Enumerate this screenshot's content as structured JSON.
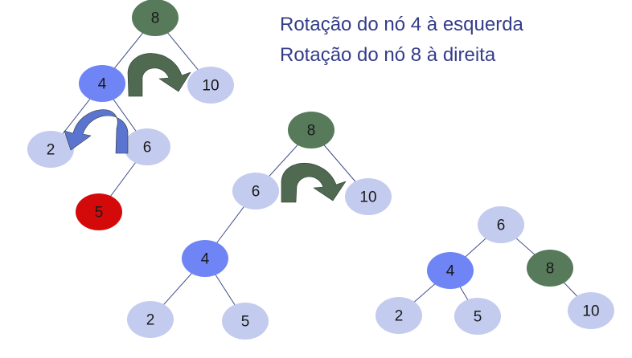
{
  "titles": {
    "line1": "Rotação do nó 4 à esquerda",
    "line2": "Rotação do nó 8 à direita"
  },
  "colors": {
    "dark_green": "#567a5a",
    "blue": "#6f84f5",
    "light_blue": "#c3cbef",
    "red": "#d40a0a",
    "edge": "#3e4c86",
    "arrow_green": "#4f6a50",
    "arrow_blue": "#5b74d0",
    "text_title": "#333d8a"
  },
  "trees": [
    {
      "name": "tree-original",
      "nodes": [
        {
          "id": "n8",
          "label": "8",
          "color": "dark_green"
        },
        {
          "id": "n4",
          "label": "4",
          "color": "blue"
        },
        {
          "id": "n10",
          "label": "10",
          "color": "light_blue"
        },
        {
          "id": "n2",
          "label": "2",
          "color": "light_blue"
        },
        {
          "id": "n6",
          "label": "6",
          "color": "light_blue"
        },
        {
          "id": "n5",
          "label": "5",
          "color": "red"
        }
      ],
      "edges": [
        [
          "n8",
          "n4"
        ],
        [
          "n8",
          "n10"
        ],
        [
          "n4",
          "n2"
        ],
        [
          "n4",
          "n6"
        ],
        [
          "n6",
          "n5"
        ]
      ]
    },
    {
      "name": "tree-after-left-rotation",
      "nodes": [
        {
          "id": "n8",
          "label": "8",
          "color": "dark_green"
        },
        {
          "id": "n6",
          "label": "6",
          "color": "light_blue"
        },
        {
          "id": "n10",
          "label": "10",
          "color": "light_blue"
        },
        {
          "id": "n4",
          "label": "4",
          "color": "blue"
        },
        {
          "id": "n2",
          "label": "2",
          "color": "light_blue"
        },
        {
          "id": "n5",
          "label": "5",
          "color": "light_blue"
        }
      ],
      "edges": [
        [
          "n8",
          "n6"
        ],
        [
          "n8",
          "n10"
        ],
        [
          "n6",
          "n4"
        ],
        [
          "n4",
          "n2"
        ],
        [
          "n4",
          "n5"
        ]
      ]
    },
    {
      "name": "tree-after-right-rotation",
      "nodes": [
        {
          "id": "n6",
          "label": "6",
          "color": "light_blue"
        },
        {
          "id": "n4",
          "label": "4",
          "color": "blue"
        },
        {
          "id": "n8",
          "label": "8",
          "color": "dark_green"
        },
        {
          "id": "n2",
          "label": "2",
          "color": "light_blue"
        },
        {
          "id": "n5",
          "label": "5",
          "color": "light_blue"
        },
        {
          "id": "n10",
          "label": "10",
          "color": "light_blue"
        }
      ],
      "edges": [
        [
          "n6",
          "n4"
        ],
        [
          "n6",
          "n8"
        ],
        [
          "n4",
          "n2"
        ],
        [
          "n4",
          "n5"
        ],
        [
          "n8",
          "n10"
        ]
      ]
    }
  ],
  "arrows": [
    {
      "name": "rotation-arrow-right-tree1",
      "color": "arrow_green"
    },
    {
      "name": "rotation-arrow-left-tree1",
      "color": "arrow_blue"
    },
    {
      "name": "rotation-arrow-right-tree2",
      "color": "arrow_green"
    }
  ]
}
